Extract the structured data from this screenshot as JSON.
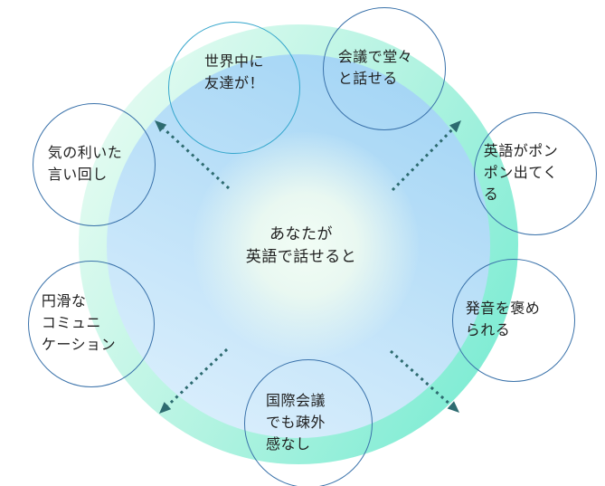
{
  "diagram": {
    "type": "radial-benefits-diagram",
    "center": {
      "text": "あなたが\n英語で話せると"
    },
    "bubbles": [
      {
        "id": "friends-worldwide",
        "text": "世界中に\n友達が！"
      },
      {
        "id": "speak-confidently",
        "text": "会議で堂々\nと話せる"
      },
      {
        "id": "witty-phrases",
        "text": "気の利いた\n言い回し"
      },
      {
        "id": "english-flows-out",
        "text": "英語がポン\nポン出てく\nる"
      },
      {
        "id": "smooth-communication",
        "text": "円滑な\nコミュニ\nケーション"
      },
      {
        "id": "pronunciation-praised",
        "text": "発音を褒め\nられる"
      },
      {
        "id": "no-alienation-conference",
        "text": "国際会議\nでも疎外\n感なし"
      }
    ]
  },
  "colors": {
    "background": "#ffffff",
    "outer_gradient_start": "#f0fdf5",
    "outer_gradient_mid": "#b2f3e1",
    "outer_gradient_end": "#6fead0",
    "middle_gradient_start": "#9dd2f4",
    "middle_gradient_end": "#d9eefc",
    "glow_center": "#f2fdf5",
    "bubble_border": "#3a72aa",
    "bubble_border_alt": "#35a6cc",
    "arrow": "#2d6b70",
    "text": "#1f1f1f"
  }
}
